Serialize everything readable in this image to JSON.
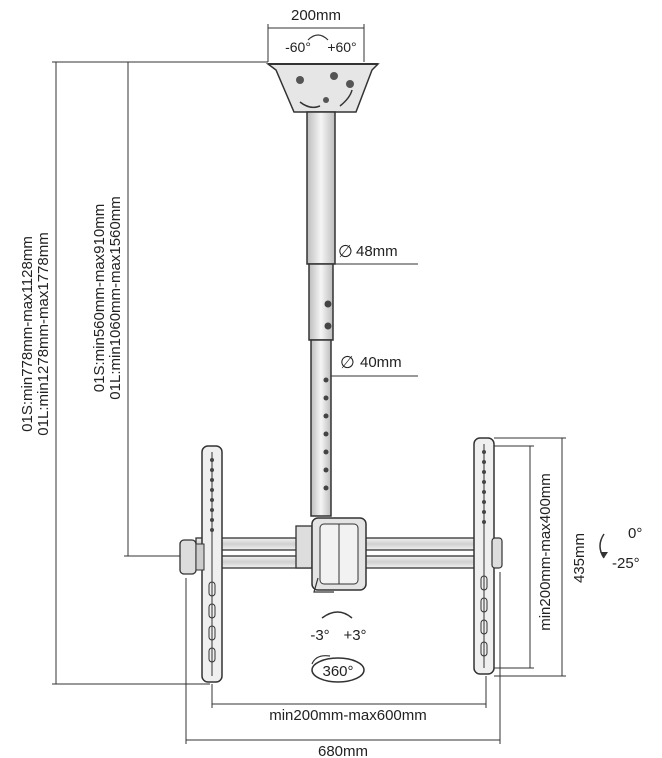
{
  "labels": {
    "top_width": "200mm",
    "top_tilt_neg": "-60°",
    "top_tilt_pos": "+60°",
    "pole_upper_diameter": "48mm",
    "pole_lower_diameter": "40mm",
    "total_height_s": "01S:min778mm-max1128mm",
    "total_height_l": "01L:min1278mm-max1778mm",
    "pole_height_s": "01S:min560mm-max910mm",
    "pole_height_l": "01L:min1060mm-max1560mm",
    "arm_height": "435mm",
    "vesa_vertical": "min200mm-max400mm",
    "tilt_top": "0°",
    "tilt_bottom": "-25°",
    "swivel_neg": "-3°",
    "swivel_pos": "+3°",
    "rotation": "360°",
    "vesa_horizontal": "min200mm-max600mm",
    "total_width": "680mm",
    "diameter_symbol": "∅"
  },
  "colors": {
    "line": "#333333",
    "fill_light": "#e8e8e8",
    "fill_mid": "#cfcfcf"
  }
}
